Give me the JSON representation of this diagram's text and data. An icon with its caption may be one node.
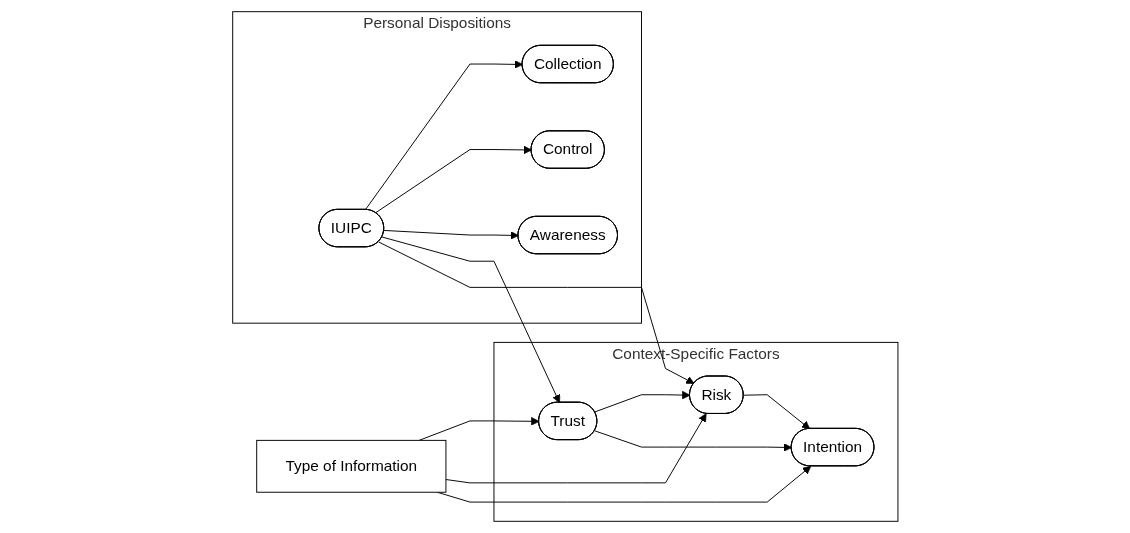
{
  "diagram": {
    "nodes": [
      {
        "text": [
          "Personal Dispositions"
        ]
      },
      {
        "text": [
          "Collection"
        ],
        "in": 0
      },
      {
        "text": [
          "Control"
        ],
        "in": 0
      },
      {
        "text": [
          "Awareness"
        ],
        "in": 0
      },
      {
        "text": [
          "IUIPC"
        ],
        "in": 0
      },
      {
        "text": [
          "Type of Information"
        ]
      },
      {
        "text": [
          "Context-Specific Factors"
        ]
      },
      {
        "text": [
          "Trust"
        ],
        "in": 6
      },
      {
        "text": [
          "Risk"
        ],
        "in": 6
      },
      {
        "text": [
          "Intention"
        ],
        "in": 6
      }
    ],
    "edges": [
      {
        "from": 4,
        "to": 1,
        "arrow": "to"
      },
      {
        "from": 4,
        "to": 2,
        "arrow": "to"
      },
      {
        "from": 4,
        "to": 3,
        "arrow": "to"
      },
      {
        "from": 4,
        "to": 7,
        "arrow": "to"
      },
      {
        "from": 4,
        "to": 8,
        "arrow": "to"
      },
      {
        "from": 5,
        "to": 7,
        "arrow": "to"
      },
      {
        "from": 5,
        "to": 8,
        "arrow": "to"
      },
      {
        "from": 5,
        "to": 9,
        "arrow": "to"
      },
      {
        "from": 7,
        "to": 8,
        "arrow": "to"
      },
      {
        "from": 8,
        "to": 9,
        "arrow": "to"
      },
      {
        "from": 7,
        "to": 9,
        "arrow": "to"
      }
    ]
  }
}
